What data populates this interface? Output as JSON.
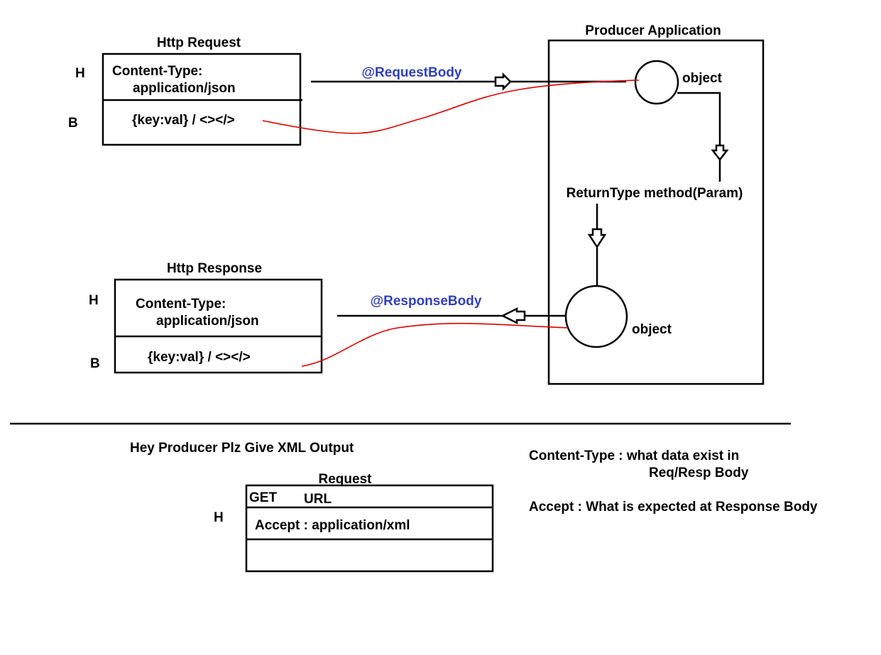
{
  "colors": {
    "annotation": "#2f3fc0",
    "connector": "#e00000",
    "line": "#000000",
    "background": "#ffffff"
  },
  "request": {
    "title": "Http Request",
    "header_marker": "H",
    "body_marker": "B",
    "content_type_key": "Content-Type:",
    "content_type_value": "application/json",
    "body": "{key:val} / <></>"
  },
  "response": {
    "title": "Http Response",
    "header_marker": "H",
    "body_marker": "B",
    "content_type_key": "Content-Type:",
    "content_type_value": "application/json",
    "body": "{key:val} / <></>"
  },
  "producer": {
    "title": "Producer Application",
    "input_object": "object",
    "method": "ReturnType method(Param)",
    "output_object": "object"
  },
  "annotations": {
    "request_body": "@RequestBody",
    "response_body": "@ResponseBody"
  },
  "bottom": {
    "heading": "Hey Producer Plz Give XML Output",
    "request_title": "Request",
    "header_marker": "H",
    "method": "GET",
    "url": "URL",
    "accept_header": "Accept : application/xml",
    "notes": {
      "content_type_line1": "Content-Type : what data exist in",
      "content_type_line2": "Req/Resp Body",
      "accept": "Accept : What is expected at Response Body"
    }
  }
}
